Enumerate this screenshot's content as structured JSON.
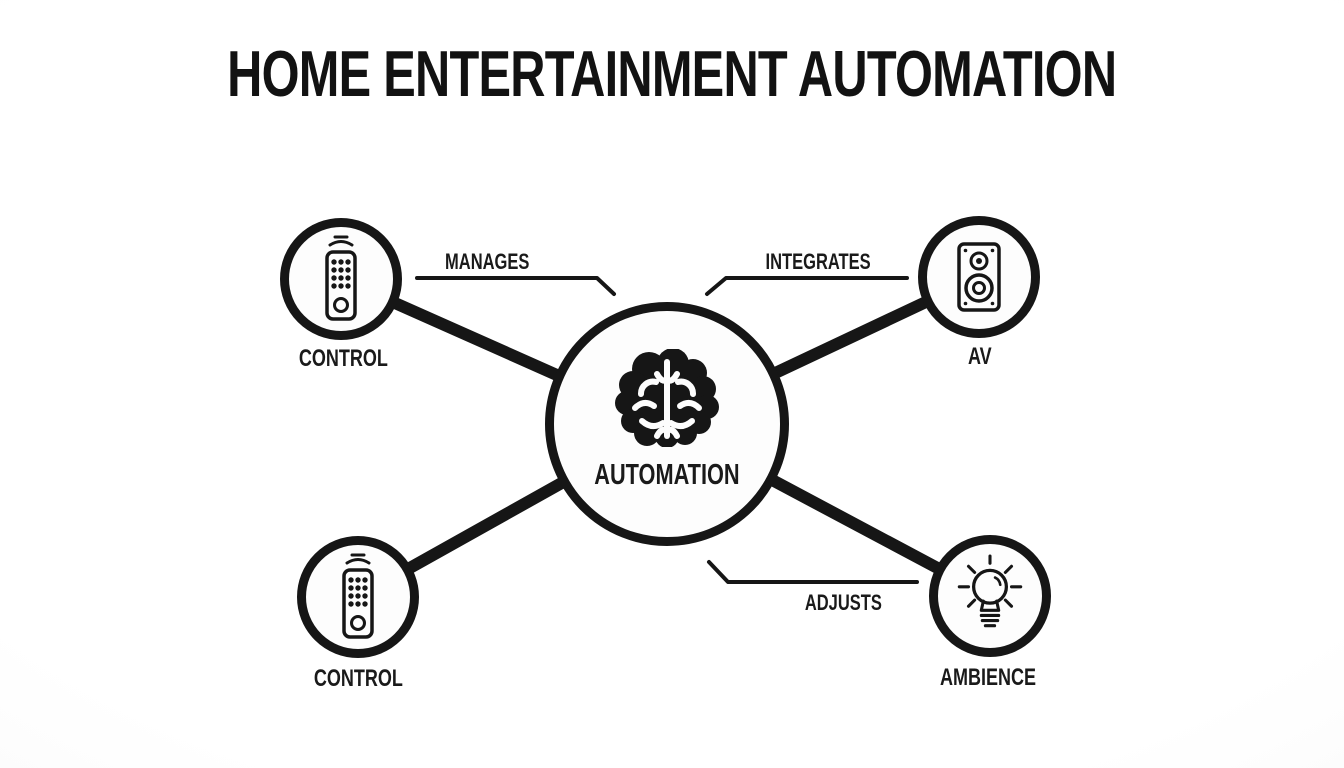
{
  "title": "HOME ENTERTAINMENT AUTOMATION",
  "colors": {
    "ink": "#161616",
    "background": "#fdfdfd"
  },
  "center_node": {
    "label": "AUTOMATION",
    "icon": "brain-icon"
  },
  "nodes": [
    {
      "id": "top-left",
      "label": "CONTROL",
      "icon": "remote-icon"
    },
    {
      "id": "top-right",
      "label": "AV",
      "icon": "speaker-icon"
    },
    {
      "id": "bottom-left",
      "label": "CONTROL",
      "icon": "remote-icon"
    },
    {
      "id": "bottom-right",
      "label": "AMBIENCE",
      "icon": "lightbulb-icon"
    }
  ],
  "connections": [
    {
      "from": "center",
      "to": "top-left",
      "label": "MANAGES"
    },
    {
      "from": "center",
      "to": "top-right",
      "label": "INTEGRATES"
    },
    {
      "from": "center",
      "to": "bottom-left",
      "label": ""
    },
    {
      "from": "center",
      "to": "bottom-right",
      "label": "ADJUSTS"
    }
  ]
}
